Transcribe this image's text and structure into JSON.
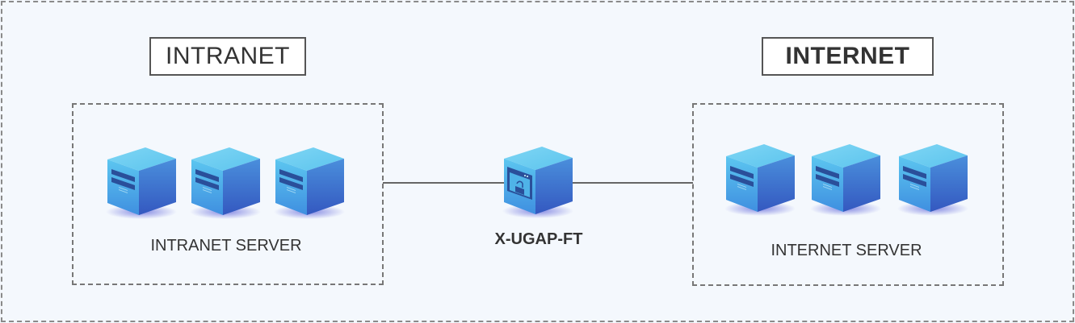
{
  "zones": {
    "intranet": {
      "title": "INTRANET",
      "server_label": "INTRANET SERVER"
    },
    "internet": {
      "title": "INTERNET",
      "server_label": "INTERNET SERVER"
    }
  },
  "gateway": {
    "label": "X-UGAP-FT",
    "icon": "lock-window-icon"
  },
  "colors": {
    "cube_top": "#6ccdf0",
    "cube_left": "#4ab8ea",
    "cube_right": "#3f73cc",
    "stripe": "#2a4f9a",
    "line": "#666666"
  }
}
